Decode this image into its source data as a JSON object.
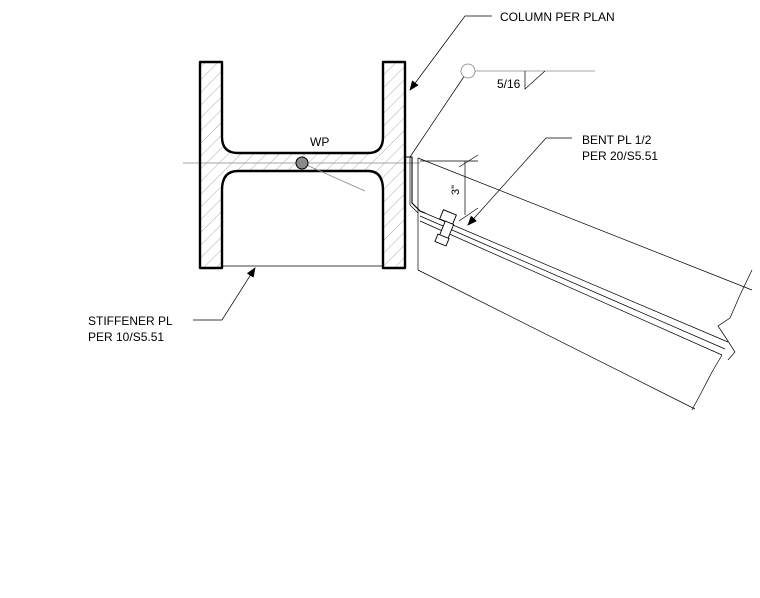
{
  "labels": {
    "column": "COLUMN PER PLAN",
    "weld": "5/16",
    "wp": "WP",
    "bent_pl_1": "BENT PL 1/2",
    "bent_pl_2": "PER 20/S5.51",
    "dimension": "3\"",
    "stiffener_1": "STIFFENER PL",
    "stiffener_2": "PER 10/S5.51"
  },
  "colors": {
    "line": "#000000",
    "hatch": "#999999",
    "wp_fill": "#8a8a8a"
  }
}
